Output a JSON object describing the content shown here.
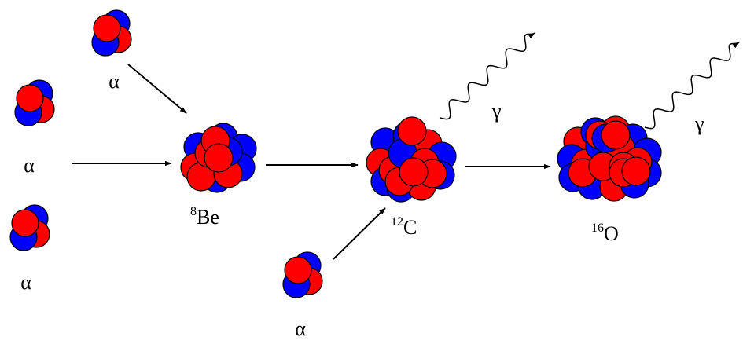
{
  "colors": {
    "proton": "#ff0000",
    "neutron": "#0000ff",
    "outline": "#000000",
    "background": "#ffffff"
  },
  "labels": {
    "alpha": "α",
    "gamma": "γ",
    "be_mass": "8",
    "be_symbol": "Be",
    "c_mass": "12",
    "c_symbol": "C",
    "o_mass": "16",
    "o_symbol": "O"
  }
}
